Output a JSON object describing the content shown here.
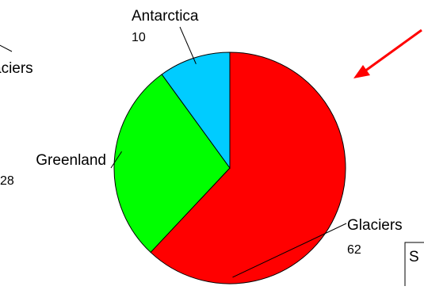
{
  "chart_data": {
    "type": "pie",
    "categories": [
      "Glaciers",
      "Greenland",
      "Antarctica"
    ],
    "values": [
      62,
      28,
      10
    ],
    "value_labels": [
      "62",
      "28",
      "10"
    ],
    "colors": [
      "#ff0000",
      "#00ff00",
      "#00ccff"
    ],
    "slice_stroke": "#000000",
    "start_angle_deg": 0,
    "direction": "clockwise"
  },
  "cropped_text": {
    "left_fragment": "aciers",
    "bottom_right_fragment": "S"
  },
  "arrow": {
    "color": "#ff0000",
    "icon": "arrow-icon"
  }
}
